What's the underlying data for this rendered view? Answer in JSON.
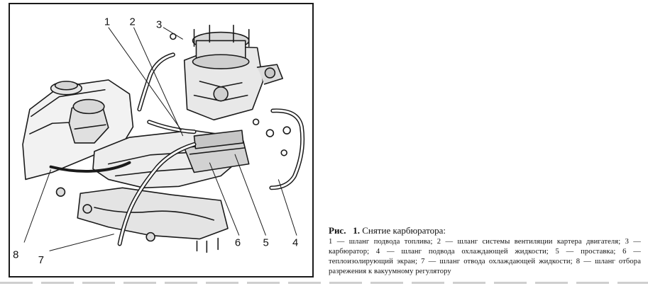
{
  "figure": {
    "callouts": [
      "1",
      "2",
      "3",
      "4",
      "5",
      "6",
      "7",
      "8"
    ]
  },
  "caption": {
    "prefix": "Рис.",
    "number": "1.",
    "title": "Снятие карбюратора:",
    "body": "1 — шланг подвода топлива; 2 — шланг системы вентиляции картера двигателя; 3 — карбюратор; 4 — шланг подвода охлаждающей жидкости; 5 — проставка; 6 — теплоизолирующий экран; 7 — шланг отвода охлаждающей жидкости; 8 — шланг отбора разрежения к вакуумному регулятору"
  }
}
